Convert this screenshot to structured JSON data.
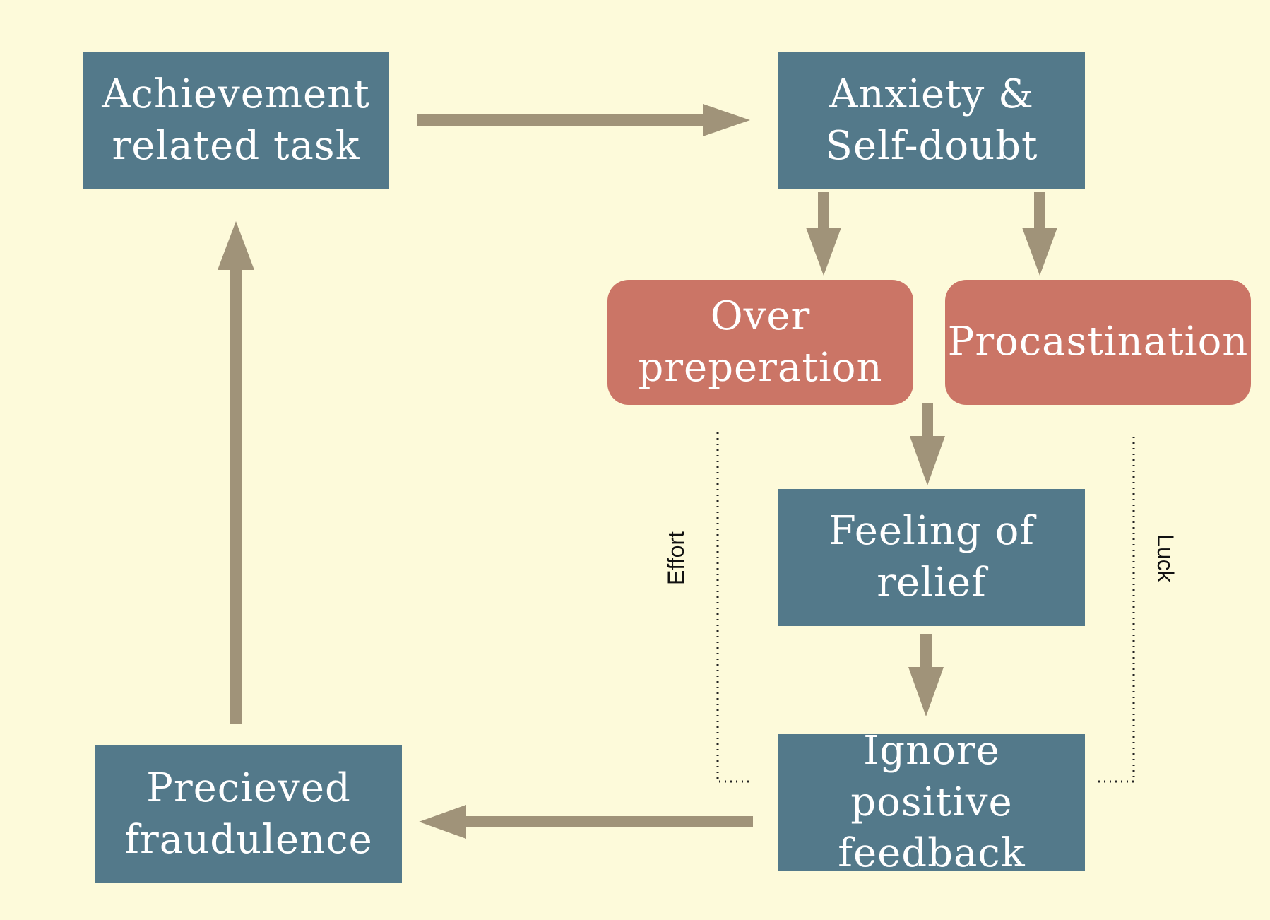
{
  "diagram": {
    "nodes": {
      "achievement": {
        "line1": "Achievement",
        "line2": "related task"
      },
      "anxiety": {
        "line1": "Anxiety &",
        "line2": "Self-doubt"
      },
      "over_prep": {
        "line1": "Over",
        "line2": "preperation"
      },
      "procrastination": {
        "line1": "Procastination"
      },
      "relief": {
        "line1": "Feeling of",
        "line2": "relief"
      },
      "ignore": {
        "line1": "Ignore positive",
        "line2": "feedback"
      },
      "fraudulence": {
        "line1": "Precieved",
        "line2": "fraudulence"
      }
    },
    "labels": {
      "effort": "Effort",
      "luck": "Luck"
    },
    "colors": {
      "background": "#fdfada",
      "blue_box": "#53798a",
      "red_box": "#cb7566",
      "arrow": "#a09379",
      "text": "#ffffff"
    }
  }
}
